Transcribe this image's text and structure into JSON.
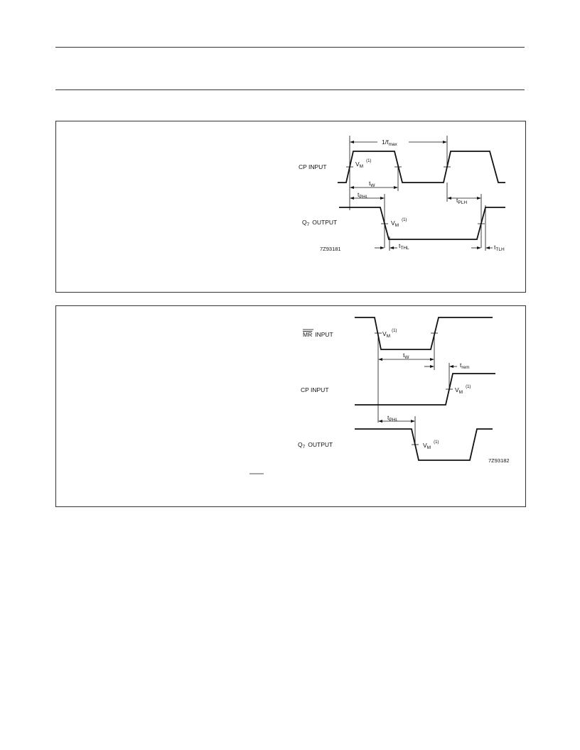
{
  "header": {},
  "fig1": {
    "code": "7Z93181",
    "signals": {
      "cp_input": "CP INPUT",
      "q7_output_q": "Q",
      "q7_output_sub": "7",
      "q7_output_word": "OUTPUT"
    },
    "timings": {
      "fmax_prefix": "1/f",
      "fmax_sub": "max",
      "vm": "V",
      "vm_sub": "M",
      "vm_sup": "(1)",
      "tw": "t",
      "tw_sub": "W",
      "tphl": "t",
      "tphl_sub": "PHL",
      "tplh": "t",
      "tplh_sub": "PLH",
      "tthl": "t",
      "tthl_sub": "THL",
      "ttlh": "t",
      "ttlh_sub": "TLH"
    }
  },
  "fig2": {
    "code": "7Z93182",
    "signals": {
      "mr_input_bar": "MR",
      "mr_input_word": "INPUT",
      "cp_input": "CP INPUT",
      "q7_output_q": "Q",
      "q7_output_sub": "7",
      "q7_output_word": "OUTPUT"
    },
    "timings": {
      "vm": "V",
      "vm_sub": "M",
      "vm_sup": "(1)",
      "tw": "t",
      "tw_sub": "W",
      "trem": "t",
      "trem_sub": "rem",
      "tphl": "t",
      "tphl_sub": "PHL"
    }
  }
}
